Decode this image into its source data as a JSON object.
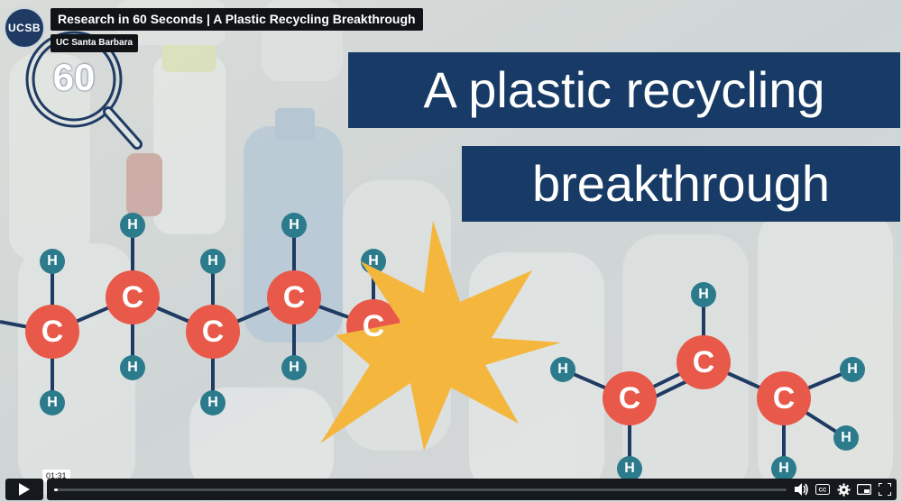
{
  "video": {
    "title": "Research in 60 Seconds | A Plastic Recycling Breakthrough",
    "channel": "UC Santa Barbara",
    "channel_badge": "UCSB",
    "series_number": "60"
  },
  "slide": {
    "line1": "A plastic recycling",
    "line2": "breakthrough"
  },
  "molecule": {
    "carbon": "C",
    "hydrogen": "H"
  },
  "player": {
    "current_time": "01:31",
    "progress": 0.005
  },
  "colors": {
    "banner": "#173b66",
    "carbon": "#e8594a",
    "hydrogen": "#2c7b8c",
    "burst": "#f4b63d"
  }
}
